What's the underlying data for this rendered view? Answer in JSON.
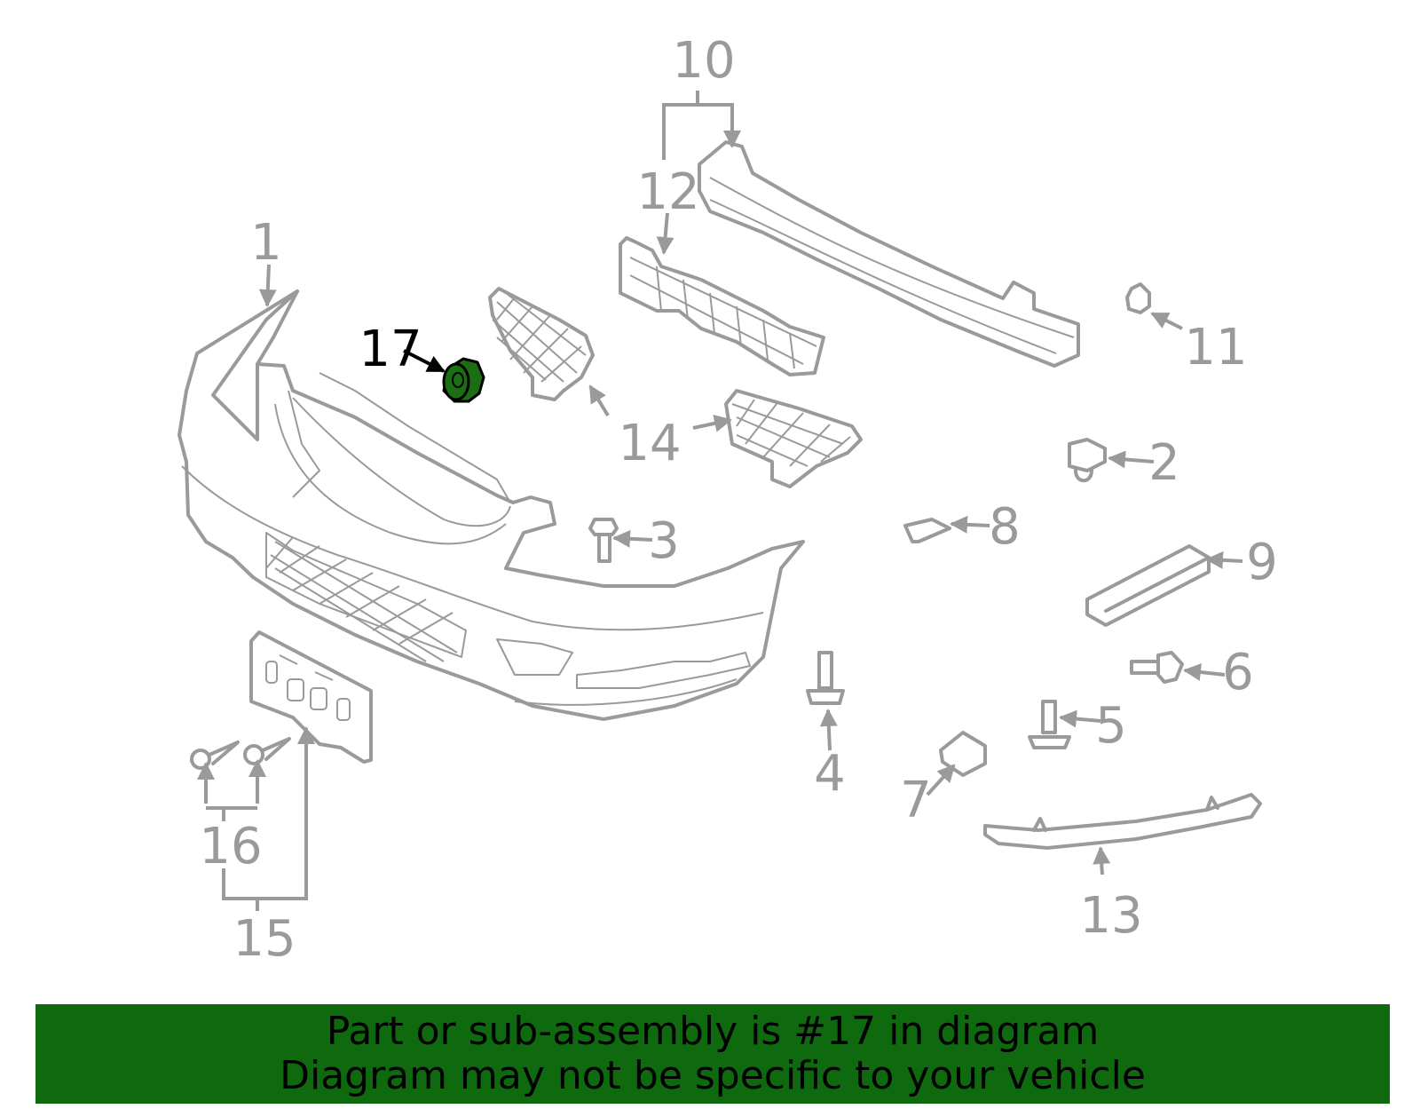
{
  "diagram": {
    "highlight_color": "#1b6e12",
    "line_color": "#9a9a9a",
    "highlighted_callout": "17",
    "callouts": [
      {
        "id": "c1",
        "text": "1"
      },
      {
        "id": "c2",
        "text": "2"
      },
      {
        "id": "c3",
        "text": "3"
      },
      {
        "id": "c4",
        "text": "4"
      },
      {
        "id": "c5",
        "text": "5"
      },
      {
        "id": "c6",
        "text": "6"
      },
      {
        "id": "c7",
        "text": "7"
      },
      {
        "id": "c8",
        "text": "8"
      },
      {
        "id": "c9",
        "text": "9"
      },
      {
        "id": "c10",
        "text": "10"
      },
      {
        "id": "c11",
        "text": "11"
      },
      {
        "id": "c12",
        "text": "12"
      },
      {
        "id": "c13",
        "text": "13"
      },
      {
        "id": "c14",
        "text": "14"
      },
      {
        "id": "c15",
        "text": "15"
      },
      {
        "id": "c16",
        "text": "16"
      },
      {
        "id": "c17",
        "text": "17"
      }
    ]
  },
  "banner": {
    "line1": "Part or sub-assembly is #17 in diagram",
    "line2": "Diagram may not be specific to your vehicle",
    "background_color": "#0f6a0f"
  }
}
